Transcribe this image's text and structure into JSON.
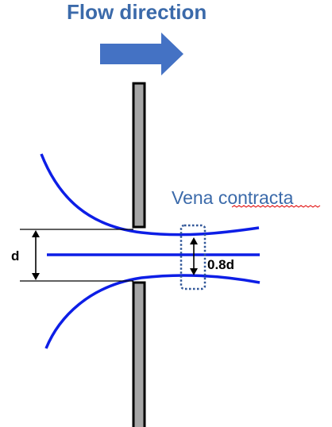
{
  "diagram": {
    "title": "Flow direction",
    "vena_contracta_label": "Vena contracta",
    "diameter_label": "d",
    "contracted_label": "0.8d",
    "colors": {
      "title": "#3b6aaa",
      "arrow": "#4472c4",
      "streamline": "#0d1ee6",
      "plate_fill": "#a6a6a6",
      "plate_stroke": "#000000",
      "highlight_box": "#2f5597",
      "spellcheck": "#e00000"
    }
  }
}
